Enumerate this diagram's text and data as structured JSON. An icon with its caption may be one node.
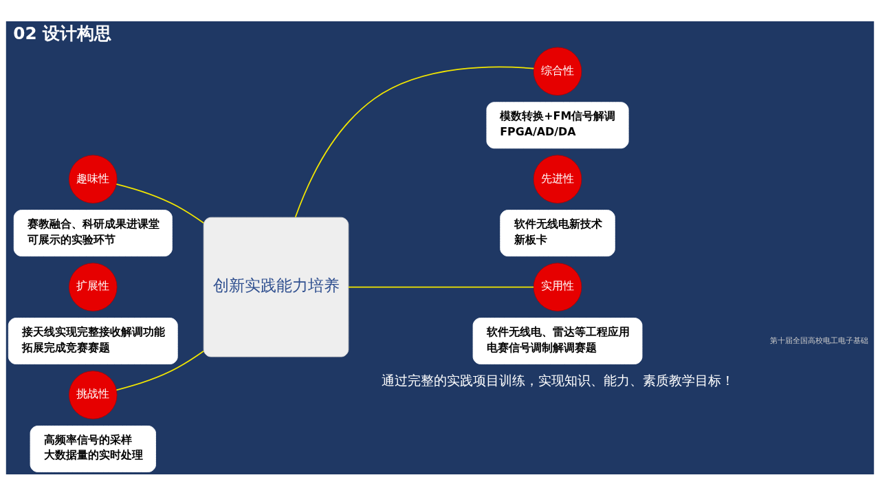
{
  "diagram": {
    "title": "02 设计构思",
    "caption": "通过完整的实践项目训练，实现知识、能力、素质教学目标！",
    "nodes": [
      {
        "text": [
          "创新实践能力培养"
        ]
      },
      {
        "text": [
          "趣味性"
        ]
      },
      {
        "text": [
          "赛教融合、科研成果进课堂",
          "可展示的实验环节"
        ]
      },
      {
        "text": [
          "扩展性"
        ]
      },
      {
        "text": [
          "接天线实现完整接收解调功能",
          "拓展完成竞赛赛题"
        ]
      },
      {
        "text": [
          "挑战性"
        ]
      },
      {
        "text": [
          "高频率信号的采样",
          "大数据量的实时处理"
        ]
      },
      {
        "text": [
          "综合性"
        ]
      },
      {
        "text": [
          "模数转换+FM信号解调",
          "FPGA/AD/DA"
        ]
      },
      {
        "text": [
          "先进性"
        ]
      },
      {
        "text": [
          "软件无线电新技术",
          "新板卡"
        ]
      },
      {
        "text": [
          "实用性"
        ]
      },
      {
        "text": [
          "软件无线电、雷达等工程应用",
          "电赛信号调制解调赛题"
        ]
      }
    ],
    "edges": [
      {
        "from": 1,
        "to": 0,
        "arrow": "none"
      },
      {
        "from": 0,
        "to": 7,
        "arrow": "none"
      },
      {
        "from": 5,
        "to": 0,
        "arrow": "none"
      },
      {
        "from": 0,
        "to": 11,
        "arrow": "none"
      }
    ],
    "labels": [
      "第十届全国高校电工电子基础"
    ]
  }
}
